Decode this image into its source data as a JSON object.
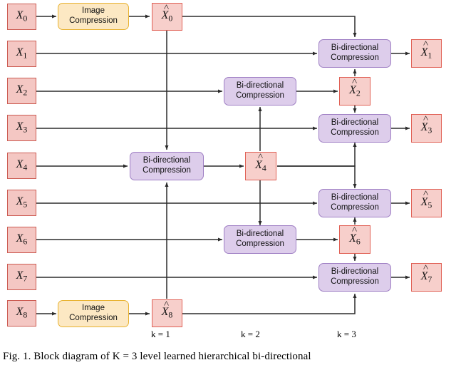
{
  "figure": {
    "caption": "Fig. 1.   Block diagram of  K  =  3  level  learned  hierarchical  bi-directional",
    "colors": {
      "input_fill": "#f4c7c3",
      "input_stroke": "#cc5b52",
      "recon_fill": "#f7cfcb",
      "recon_stroke": "#e06055",
      "image_compression_fill": "#fce8c3",
      "image_compression_stroke": "#e8b230",
      "bidirectional_fill": "#ddcdeb",
      "bidirectional_stroke": "#9f7fc4",
      "wire": "#2b2b2b",
      "background": "#ffffff"
    }
  },
  "inputs": [
    {
      "name": "X",
      "sub": "0"
    },
    {
      "name": "X",
      "sub": "1"
    },
    {
      "name": "X",
      "sub": "2"
    },
    {
      "name": "X",
      "sub": "3"
    },
    {
      "name": "X",
      "sub": "4"
    },
    {
      "name": "X",
      "sub": "5"
    },
    {
      "name": "X",
      "sub": "6"
    },
    {
      "name": "X",
      "sub": "7"
    },
    {
      "name": "X",
      "sub": "8"
    }
  ],
  "image_compression_blocks": [
    {
      "line1": "Image",
      "line2": "Compression"
    },
    {
      "line1": "Image",
      "line2": "Compression"
    }
  ],
  "bidirectional_blocks": [
    {
      "line1": "Bi-directional",
      "line2": "Compression"
    },
    {
      "line1": "Bi-directional",
      "line2": "Compression"
    },
    {
      "line1": "Bi-directional",
      "line2": "Compression"
    },
    {
      "line1": "Bi-directional",
      "line2": "Compression"
    },
    {
      "line1": "Bi-directional",
      "line2": "Compression"
    },
    {
      "line1": "Bi-directional",
      "line2": "Compression"
    },
    {
      "line1": "Bi-directional",
      "line2": "Compression"
    }
  ],
  "reconstructions": [
    {
      "name": "X",
      "sub": "0"
    },
    {
      "name": "X",
      "sub": "8"
    },
    {
      "name": "X",
      "sub": "4"
    },
    {
      "name": "X",
      "sub": "2"
    },
    {
      "name": "X",
      "sub": "6"
    },
    {
      "name": "X",
      "sub": "1"
    },
    {
      "name": "X",
      "sub": "3"
    },
    {
      "name": "X",
      "sub": "5"
    },
    {
      "name": "X",
      "sub": "7"
    }
  ],
  "level_labels": [
    {
      "text": "k = 1"
    },
    {
      "text": "k = 2"
    },
    {
      "text": "k = 3"
    }
  ]
}
